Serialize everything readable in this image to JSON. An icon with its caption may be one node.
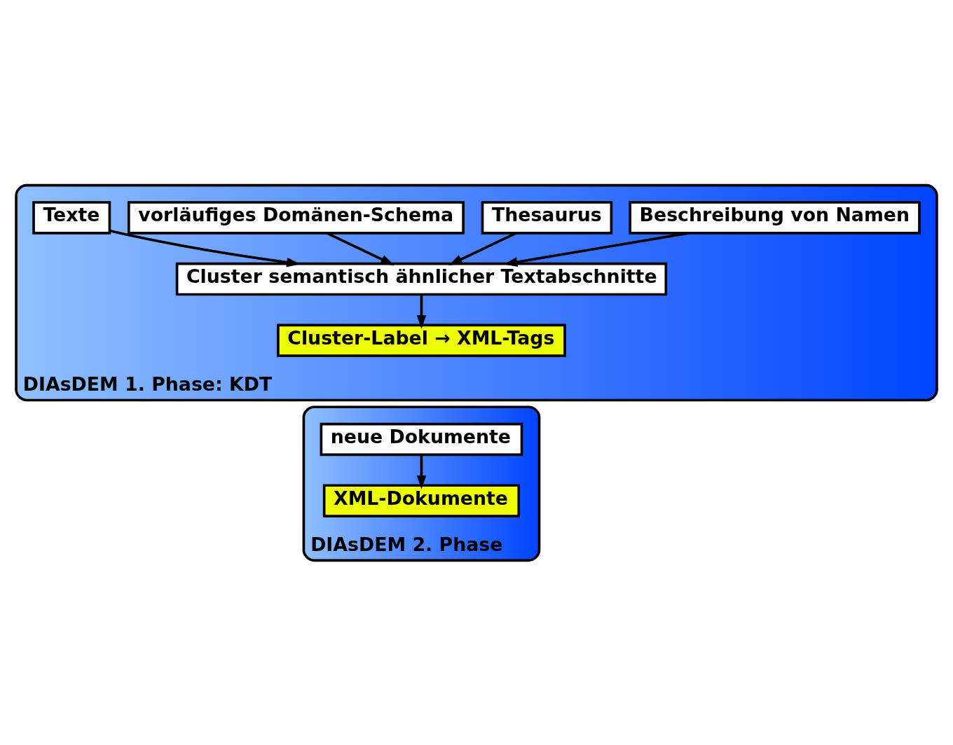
{
  "diagram": {
    "nodes": [
      {
        "text": [
          "DIAsDEM 1. Phase: KDT"
        ]
      },
      {
        "text": [
          "Texte"
        ],
        "in": 0
      },
      {
        "text": [
          "vorläufiges Domänen-Schema"
        ],
        "in": 0
      },
      {
        "text": [
          "Thesaurus"
        ],
        "in": 0
      },
      {
        "text": [
          "Beschreibung von Namen"
        ],
        "in": 0
      },
      {
        "text": [
          "Cluster semantisch ähnlicher Textabschnitte"
        ],
        "in": 0
      },
      {
        "text": [
          "Cluster-Label → XML-Tags"
        ],
        "in": 0
      },
      {
        "text": [
          "DIAsDEM 2. Phase"
        ]
      },
      {
        "text": [
          "neue Dokumente"
        ],
        "in": 7
      },
      {
        "text": [
          "XML-Dokumente"
        ],
        "in": 7
      }
    ],
    "edges": [
      {
        "from": 1,
        "to": 5,
        "arrow": "to"
      },
      {
        "from": 2,
        "to": 5,
        "arrow": "to"
      },
      {
        "from": 3,
        "to": 5,
        "arrow": "to"
      },
      {
        "from": 4,
        "to": 5,
        "arrow": "to"
      },
      {
        "from": 5,
        "to": 6,
        "arrow": "to"
      },
      {
        "from": 8,
        "to": 9,
        "arrow": "to"
      }
    ]
  }
}
